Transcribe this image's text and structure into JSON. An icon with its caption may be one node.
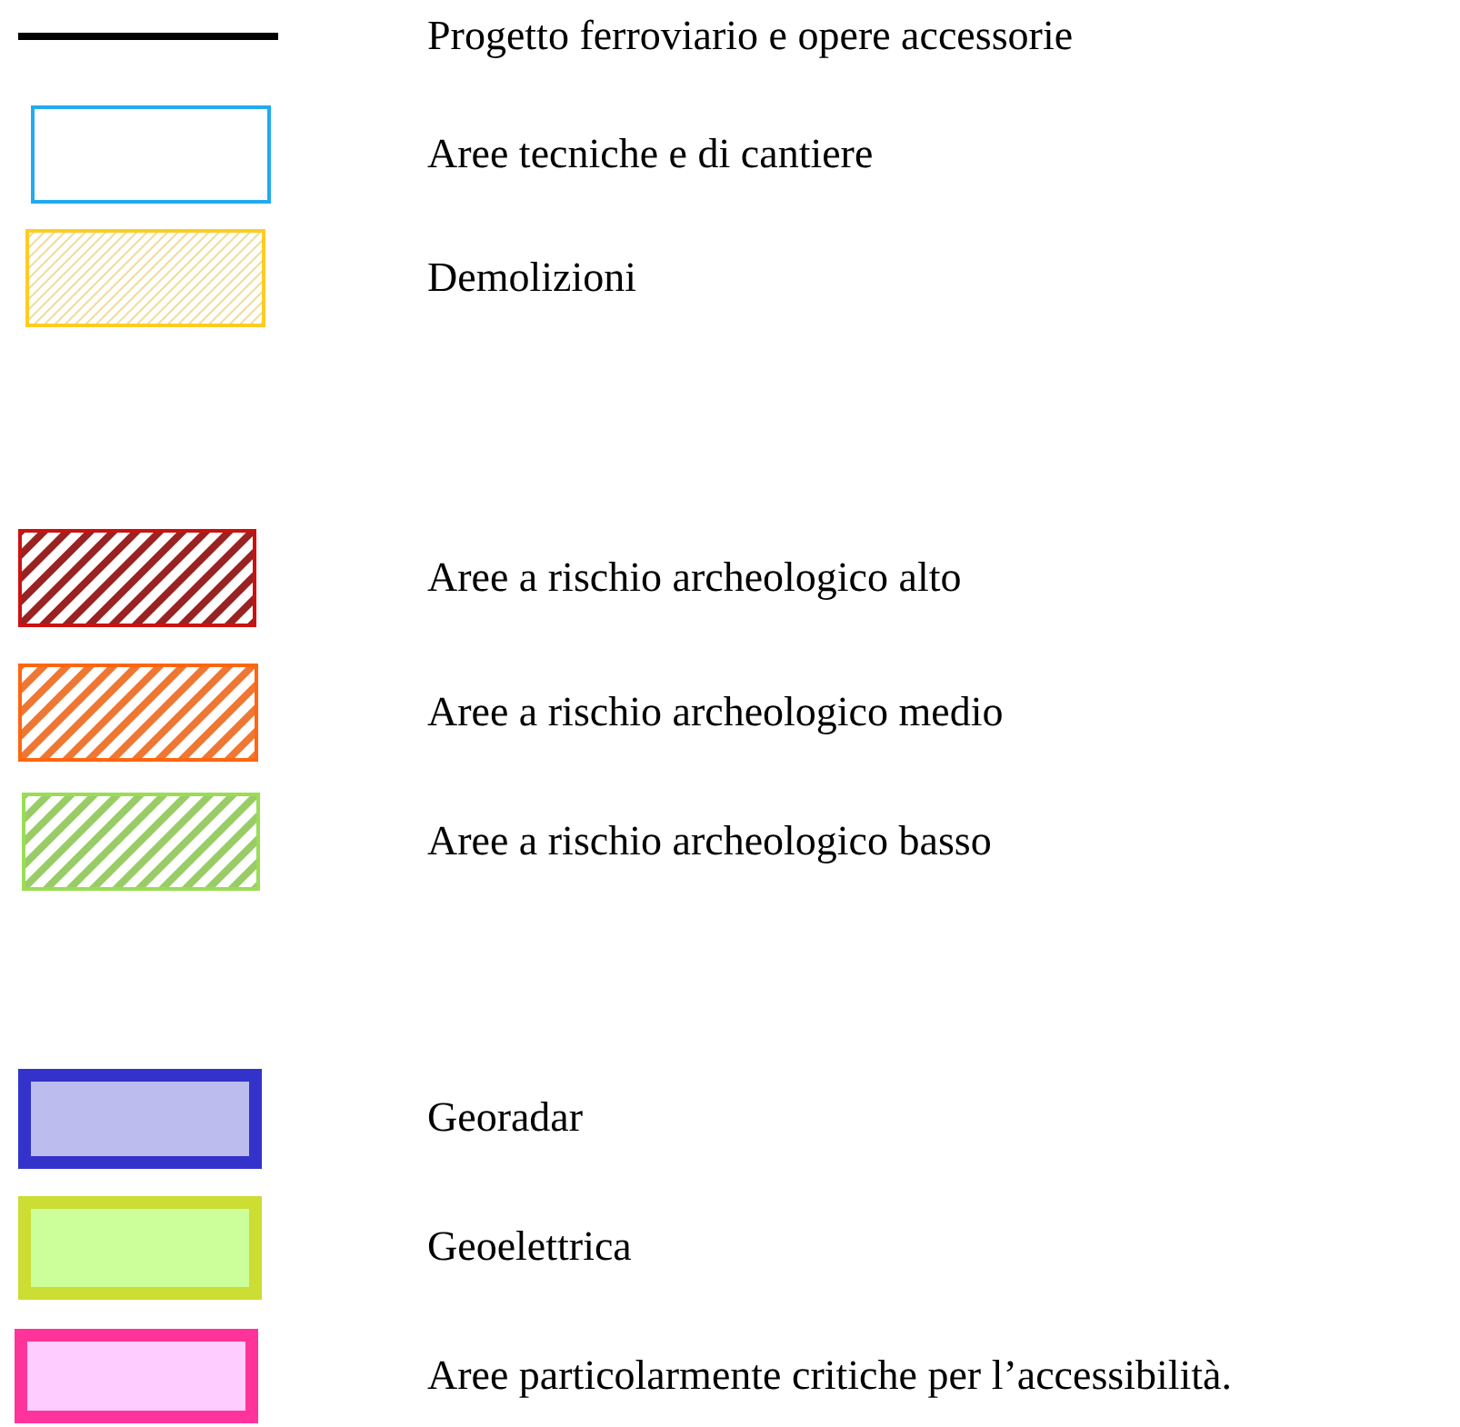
{
  "diagram": {
    "legend": [
      {
        "text": "Progetto ferroviario e opere accessorie"
      },
      {
        "text": "Aree tecniche e di cantiere"
      },
      {
        "text": "Demolizioni"
      },
      {
        "text": "Aree a rischio archeologico alto"
      },
      {
        "text": "Aree a rischio archeologico medio"
      },
      {
        "text": "Aree a rischio archeologico basso"
      },
      {
        "text": "Georadar",
        "color": "#bcbcee"
      },
      {
        "text": "Geoelettrica",
        "color": "#ccff99"
      },
      {
        "text": "Aree particolarmente critiche per l’accessibilità.",
        "color": "#ffccff"
      }
    ]
  }
}
